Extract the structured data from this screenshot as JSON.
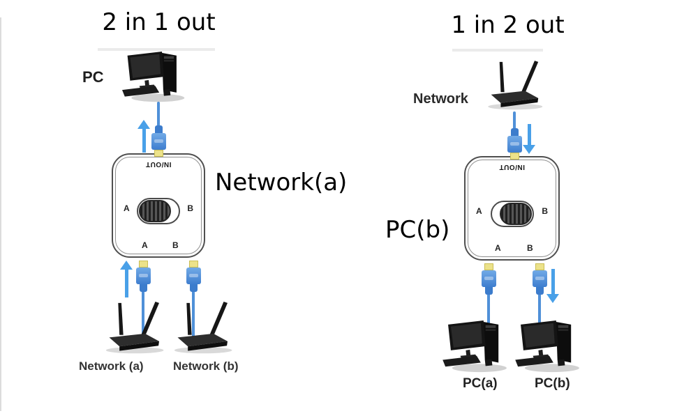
{
  "left_diagram": {
    "title": "2 in 1 out",
    "pc_label": "PC",
    "annotation": "Network(a)",
    "switch": {
      "inout_label": "IN/OUT",
      "left_port_label": "A",
      "right_port_label": "B",
      "bottom_left_port_label": "A",
      "bottom_right_port_label": "B",
      "selector_position": "A"
    },
    "router_a_label": "Network (a)",
    "router_b_label": "Network (b)"
  },
  "right_diagram": {
    "title": "1 in 2 out",
    "network_label": "Network",
    "annotation": "PC(b)",
    "switch": {
      "inout_label": "IN/OUT",
      "left_port_label": "A",
      "right_port_label": "B",
      "bottom_left_port_label": "A",
      "bottom_right_port_label": "B",
      "selector_position": "B"
    },
    "pc_a_label": "PC(a)",
    "pc_b_label": "PC(b)"
  },
  "colors": {
    "cable_blue": "#4f90d8",
    "connector_blue": "#3e7ecf",
    "connector_tip_yellow": "#ece28a",
    "arrow_blue": "#49a0e8",
    "box_border_gray": "#4f4f4f",
    "text_black": "#000000"
  }
}
